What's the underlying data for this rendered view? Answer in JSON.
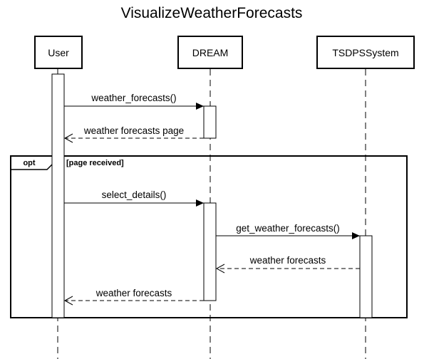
{
  "diagram": {
    "title": "VisualizeWeatherForecasts",
    "participants": [
      {
        "id": "user",
        "name": "User"
      },
      {
        "id": "dream",
        "name": "DREAM"
      },
      {
        "id": "tsdps",
        "name": "TSDPSSystem"
      }
    ],
    "messages": [
      {
        "label": "weather_forecasts()",
        "from": "User",
        "to": "DREAM",
        "kind": "call"
      },
      {
        "label": "weather forecasts page",
        "from": "DREAM",
        "to": "User",
        "kind": "return"
      },
      {
        "label": "select_details()",
        "from": "User",
        "to": "DREAM",
        "kind": "call"
      },
      {
        "label": "get_weather_forecasts()",
        "from": "DREAM",
        "to": "TSDPSSystem",
        "kind": "call"
      },
      {
        "label": "weather forecasts",
        "from": "TSDPSSystem",
        "to": "DREAM",
        "kind": "return"
      },
      {
        "label": "weather forecasts",
        "from": "DREAM",
        "to": "User",
        "kind": "return"
      }
    ],
    "fragment": {
      "operator": "opt",
      "guard": "[page received]"
    }
  }
}
